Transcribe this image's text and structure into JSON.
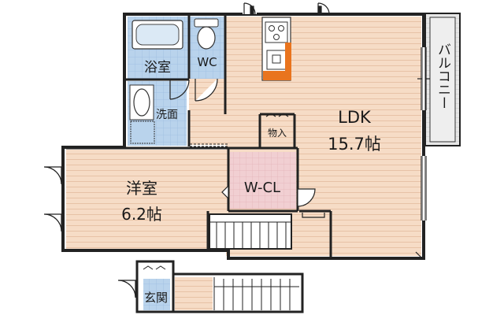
{
  "rooms": {
    "bath": "浴室",
    "wc": "WC",
    "washroom": "洗面",
    "ldk_name": "LDK",
    "ldk_size": "15.7帖",
    "storage": "物入",
    "wcl": "W-CL",
    "western_name": "洋室",
    "western_size": "6.2帖",
    "balcony": "バルコニー",
    "entrance": "玄関"
  },
  "colors": {
    "wood_floor": "#f6dcc6",
    "tile": "#b9d3ec",
    "closet": "#f1cfd2",
    "wall": "#222222",
    "balcony": "#e7e7e7",
    "accent": "#e9741e"
  }
}
